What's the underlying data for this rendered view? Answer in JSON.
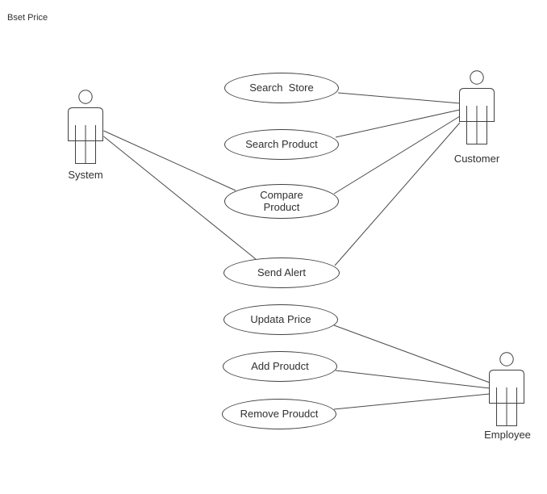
{
  "title": "Bset Price",
  "diagram": {
    "type": "uml-use-case",
    "actors": [
      {
        "id": "system",
        "label": "System"
      },
      {
        "id": "customer",
        "label": "Customer"
      },
      {
        "id": "employee",
        "label": "Employee"
      }
    ],
    "use_cases": [
      {
        "id": "search-store",
        "label": "Search  Store"
      },
      {
        "id": "search-product",
        "label": "Search Product"
      },
      {
        "id": "compare-product",
        "label": "Compare\nProduct"
      },
      {
        "id": "send-alert",
        "label": "Send Alert"
      },
      {
        "id": "updata-price",
        "label": "Updata Price"
      },
      {
        "id": "add-proudct",
        "label": "Add Proudct"
      },
      {
        "id": "remove-proudct",
        "label": "Remove Proudct"
      }
    ],
    "edges": [
      {
        "from": "system",
        "to": "compare-product"
      },
      {
        "from": "system",
        "to": "send-alert"
      },
      {
        "from": "customer",
        "to": "search-store"
      },
      {
        "from": "customer",
        "to": "search-product"
      },
      {
        "from": "customer",
        "to": "compare-product"
      },
      {
        "from": "customer",
        "to": "send-alert"
      },
      {
        "from": "employee",
        "to": "updata-price"
      },
      {
        "from": "employee",
        "to": "add-proudct"
      },
      {
        "from": "employee",
        "to": "remove-proudct"
      }
    ]
  },
  "colors": {
    "stroke": "#414141",
    "text": "#303030",
    "background": "#ffffff"
  }
}
